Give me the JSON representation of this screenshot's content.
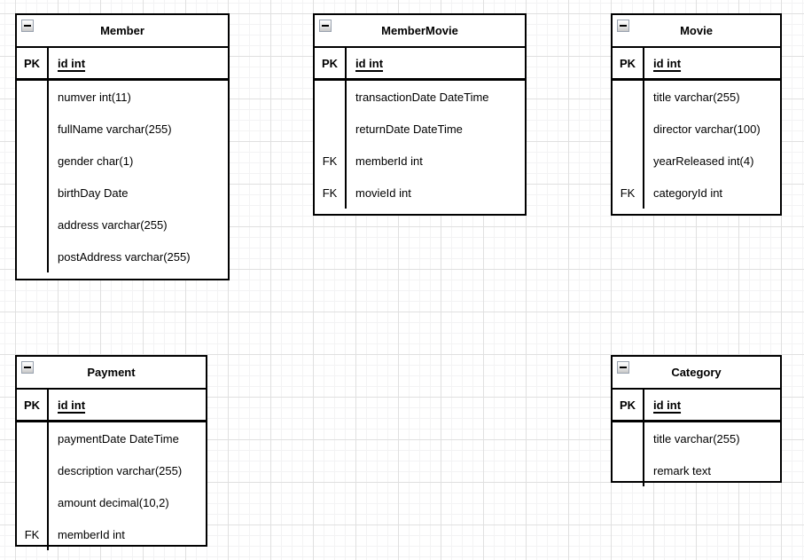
{
  "diagram": {
    "kind": "entity-relationship-diagram",
    "canvas": {
      "background_color": "#ffffff",
      "grid_minor_color": "#f3f3f4",
      "grid_major_color": "#e0e0e0",
      "shape_stroke_color": "#000000",
      "shape_fill_color": "#ffffff"
    }
  },
  "icons": {
    "collapse": "minus-square"
  },
  "tables": [
    {
      "title": "Member",
      "pk": {
        "key": "PK",
        "field": "id int"
      },
      "rows": [
        {
          "key": "",
          "field": "numver int(11)"
        },
        {
          "key": "",
          "field": "fullName varchar(255)"
        },
        {
          "key": "",
          "field": "gender char(1)"
        },
        {
          "key": "",
          "field": "birthDay Date"
        },
        {
          "key": "",
          "field": "address varchar(255)"
        },
        {
          "key": "",
          "field": "postAddress varchar(255)"
        }
      ]
    },
    {
      "title": "MemberMovie",
      "pk": {
        "key": "PK",
        "field": "id int"
      },
      "rows": [
        {
          "key": "",
          "field": "transactionDate DateTime"
        },
        {
          "key": "",
          "field": "returnDate DateTime"
        },
        {
          "key": "FK",
          "field": "memberId int"
        },
        {
          "key": "FK",
          "field": "movieId int"
        }
      ]
    },
    {
      "title": "Movie",
      "pk": {
        "key": "PK",
        "field": "id int"
      },
      "rows": [
        {
          "key": "",
          "field": "title varchar(255)"
        },
        {
          "key": "",
          "field": "director varchar(100)"
        },
        {
          "key": "",
          "field": "yearReleased int(4)"
        },
        {
          "key": "FK",
          "field": "categoryId int"
        }
      ]
    },
    {
      "title": "Payment",
      "pk": {
        "key": "PK",
        "field": "id int"
      },
      "rows": [
        {
          "key": "",
          "field": "paymentDate DateTime"
        },
        {
          "key": "",
          "field": "description varchar(255)"
        },
        {
          "key": "",
          "field": "amount decimal(10,2)"
        },
        {
          "key": "FK",
          "field": "memberId int"
        }
      ]
    },
    {
      "title": "Category",
      "pk": {
        "key": "PK",
        "field": "id int"
      },
      "rows": [
        {
          "key": "",
          "field": "title varchar(255)"
        },
        {
          "key": "",
          "field": "remark text"
        }
      ]
    }
  ]
}
